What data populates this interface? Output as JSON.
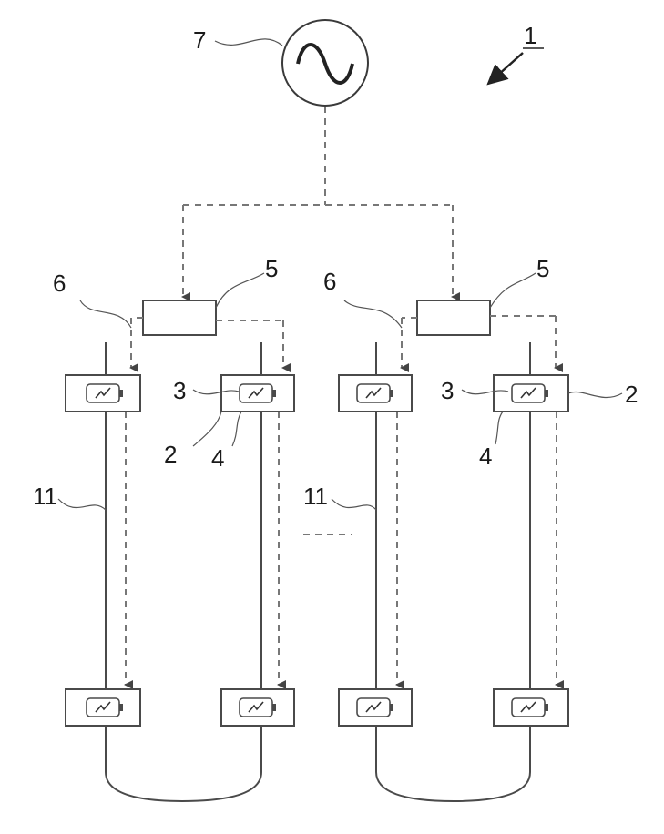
{
  "labels": {
    "system": "1",
    "power_source": "7",
    "controller": "5",
    "link": "6",
    "battery_module": "3",
    "sensor_unit": "2",
    "cell": "4",
    "string_cable": "11"
  },
  "colors": {
    "line": "#3a3a3a",
    "dashed_signal": "#777777",
    "background": "#ffffff"
  },
  "icons": {
    "source": "sine-wave-icon",
    "battery": "battery-charge-icon"
  }
}
